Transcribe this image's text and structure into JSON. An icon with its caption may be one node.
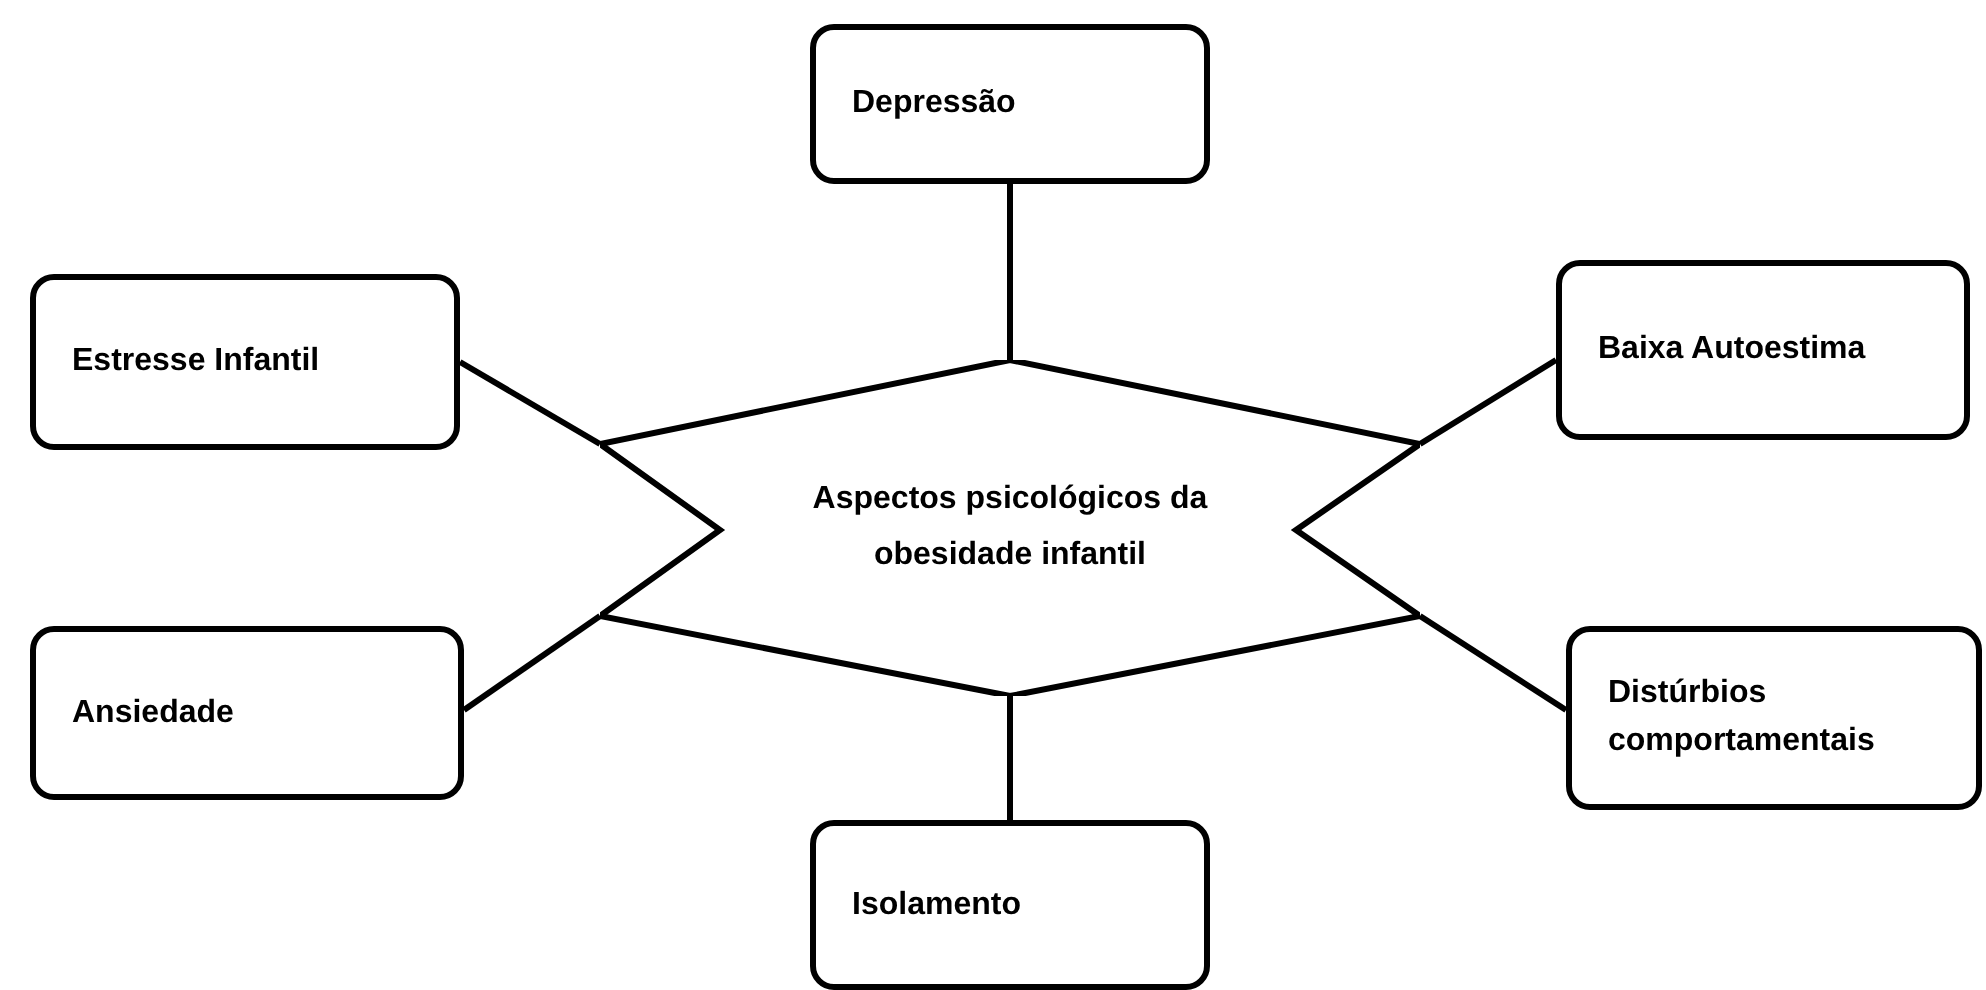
{
  "diagram": {
    "nodes": [
      {
        "text": [
          "Aspectos psicológicos da obesidade infantil"
        ]
      },
      {
        "text": [
          "Depressão"
        ]
      },
      {
        "text": [
          "Estresse Infantil"
        ]
      },
      {
        "text": [
          "Baixa Autoestima"
        ]
      },
      {
        "text": [
          "Ansiedade"
        ]
      },
      {
        "text": [
          "Distúrbios comportamentais"
        ]
      },
      {
        "text": [
          "Isolamento"
        ]
      }
    ],
    "edges": [
      {
        "from": 0,
        "to": 1,
        "arrow": "none"
      },
      {
        "from": 0,
        "to": 2,
        "arrow": "none"
      },
      {
        "from": 0,
        "to": 3,
        "arrow": "none"
      },
      {
        "from": 0,
        "to": 4,
        "arrow": "none"
      },
      {
        "from": 0,
        "to": 5,
        "arrow": "none"
      },
      {
        "from": 0,
        "to": 6,
        "arrow": "none"
      }
    ]
  }
}
